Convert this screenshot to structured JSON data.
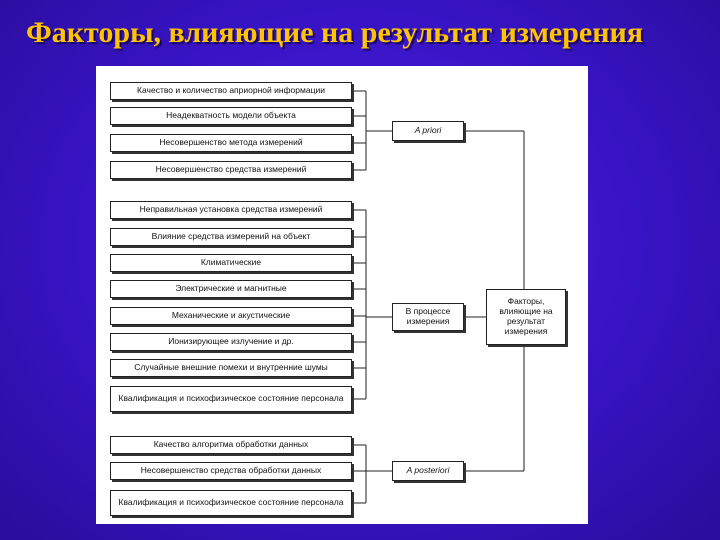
{
  "title": "Факторы, влияющие на результат измерения",
  "groups": [
    {
      "label": "A priori",
      "factors": [
        "Качество и количество априорной информации",
        "Неадекватность модели объекта",
        "Несовершенство метода измерений",
        "Несовершенство средства измерений"
      ]
    },
    {
      "label": "В процессе измерения",
      "factors": [
        "Неправильная установка средства измерений",
        "Влияние средства измерений на объект",
        "Климатические",
        "Электрические и магнитные",
        "Механические и акустические",
        "Ионизирующее излучение и др.",
        "Случайные внешние помехи и внутренние шумы",
        "Квалификация и психофизическое состояние персонала"
      ]
    },
    {
      "label": "A posteriori",
      "factors": [
        "Качество алгоритма обработки данных",
        "Несовершенство средства обработки данных",
        "Квалификация и психофизическое состояние персонала"
      ]
    }
  ],
  "result": "Факторы, влияющие на результат измерения"
}
